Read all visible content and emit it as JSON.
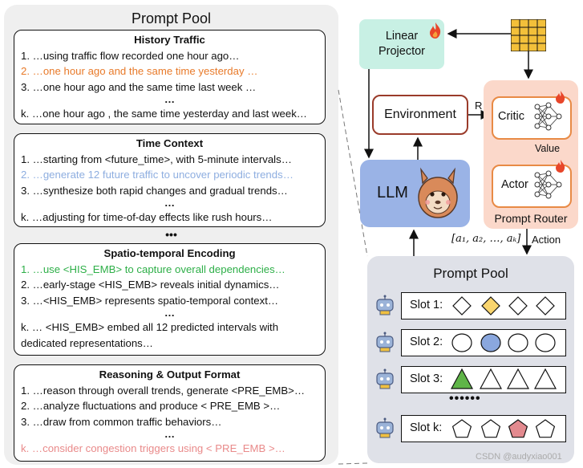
{
  "left_pool": {
    "title": "Prompt Pool",
    "sections": [
      {
        "title": "History Traffic",
        "lines": [
          "1. …using traffic flow recorded one hour ago…",
          "2. …one hour ago and the same time yesterday …",
          "3. …one hour ago and the same time last week …",
          "…",
          "k. …one hour ago , the same time yesterday and last week…"
        ]
      },
      {
        "title": "Time Context",
        "lines": [
          "1. …starting from <future_time>, with 5-minute intervals…",
          "2. …generate 12 future traffic to uncover periodic trends…",
          "3. …synthesize both rapid changes and gradual trends…",
          "…",
          "k. …adjusting for time-of-day effects like rush hours…"
        ]
      },
      {
        "title": "Spatio-temporal Encoding",
        "lines": [
          "1. …use <HIS_EMB> to capture overall dependencies…",
          "2. …early-stage <HIS_EMB> reveals initial dynamics…",
          "3. …<HIS_EMB> represents spatio-temporal context…",
          "…",
          "k. … <HIS_EMB> embed all 12 predicted intervals with dedicated representations…"
        ]
      },
      {
        "title": "Reasoning & Output Format",
        "lines": [
          "1. …reason through overall trends, generate <PRE_EMB>…",
          "2. …analyze fluctuations and produce < PRE_EMB >…",
          "3. …draw from common traffic behaviors…",
          "…",
          "k. …consider congestion triggers using < PRE_EMB >…"
        ]
      }
    ],
    "between_dots": "•••"
  },
  "linear_projector": {
    "line1": "Linear",
    "line2": "Projector"
  },
  "environment": "Environment",
  "llm": "LLM",
  "critic": "Critic",
  "actor": "Actor",
  "prompt_router": "Prompt Router",
  "value_label": "Value",
  "r_label": "R",
  "action_sequence": "[a₁, a₂, …, aₖ]",
  "action_label": "Action",
  "right_pool": {
    "title": "Prompt Pool",
    "slots": [
      {
        "label": "Slot 1:",
        "shape": "diamond",
        "highlight": 1,
        "highlight_color": "#f9d56e"
      },
      {
        "label": "Slot 2:",
        "shape": "circle",
        "highlight": 1,
        "highlight_color": "#8aa7de"
      },
      {
        "label": "Slot 3:",
        "shape": "triangle",
        "highlight": 0,
        "highlight_color": "#5fb548"
      },
      {
        "label": "Slot k:",
        "shape": "pentagon",
        "highlight": 2,
        "highlight_color": "#e38a8f"
      }
    ],
    "dots": "••••••"
  },
  "highlight_colors": {
    "orange": "#e87a2a",
    "blue": "#8eaee0",
    "green": "#2eaf48",
    "pink": "#e98a8a"
  },
  "watermark": "CSDN @audyxiao001"
}
